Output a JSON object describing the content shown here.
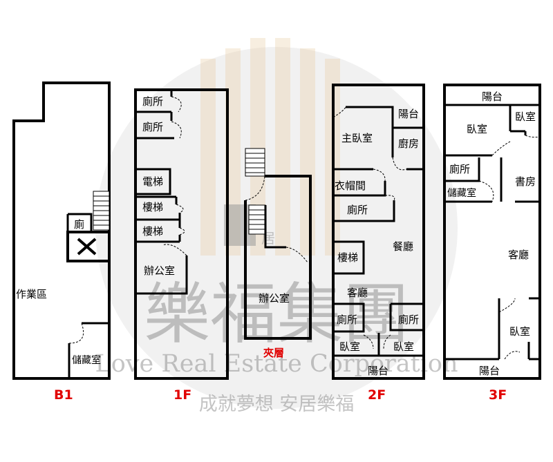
{
  "watermark": {
    "brand": "樂福集團",
    "english": "Love Real Estate Corporation",
    "slogan": "成就夢想 安居樂福",
    "badge": "居"
  },
  "floors": {
    "b1": {
      "label": "B1",
      "rooms": {
        "toilet": "廁",
        "work_area": "作業區",
        "storage": "儲藏室"
      }
    },
    "f1": {
      "label": "1F",
      "rooms": {
        "toilet_1": "廁所",
        "toilet_2": "廁所",
        "elevator": "電梯",
        "stairs_1": "樓梯",
        "stairs_2": "樓梯",
        "office": "辦公室"
      }
    },
    "mezz": {
      "label": "夾層",
      "rooms": {
        "office": "辦公室"
      }
    },
    "f2": {
      "label": "2F",
      "rooms": {
        "master_bedroom": "主臥室",
        "balcony_top": "陽台",
        "kitchen": "廚房",
        "walk_in_closet": "衣帽間",
        "toilet_mid": "廁所",
        "stairs": "樓梯",
        "dining": "餐廳",
        "living": "客廳",
        "toilet_left": "廁所",
        "toilet_right": "廁所",
        "bedroom_left": "臥室",
        "bedroom_right": "臥室",
        "balcony_bottom": "陽台"
      }
    },
    "f3": {
      "label": "3F",
      "rooms": {
        "balcony_top": "陽台",
        "bedroom_left": "臥室",
        "bedroom_right": "臥室",
        "toilet": "廁所",
        "storage": "儲藏室",
        "study": "書房",
        "living": "客廳",
        "bedroom_bottom": "臥室",
        "balcony_bottom": "陽台"
      }
    }
  }
}
